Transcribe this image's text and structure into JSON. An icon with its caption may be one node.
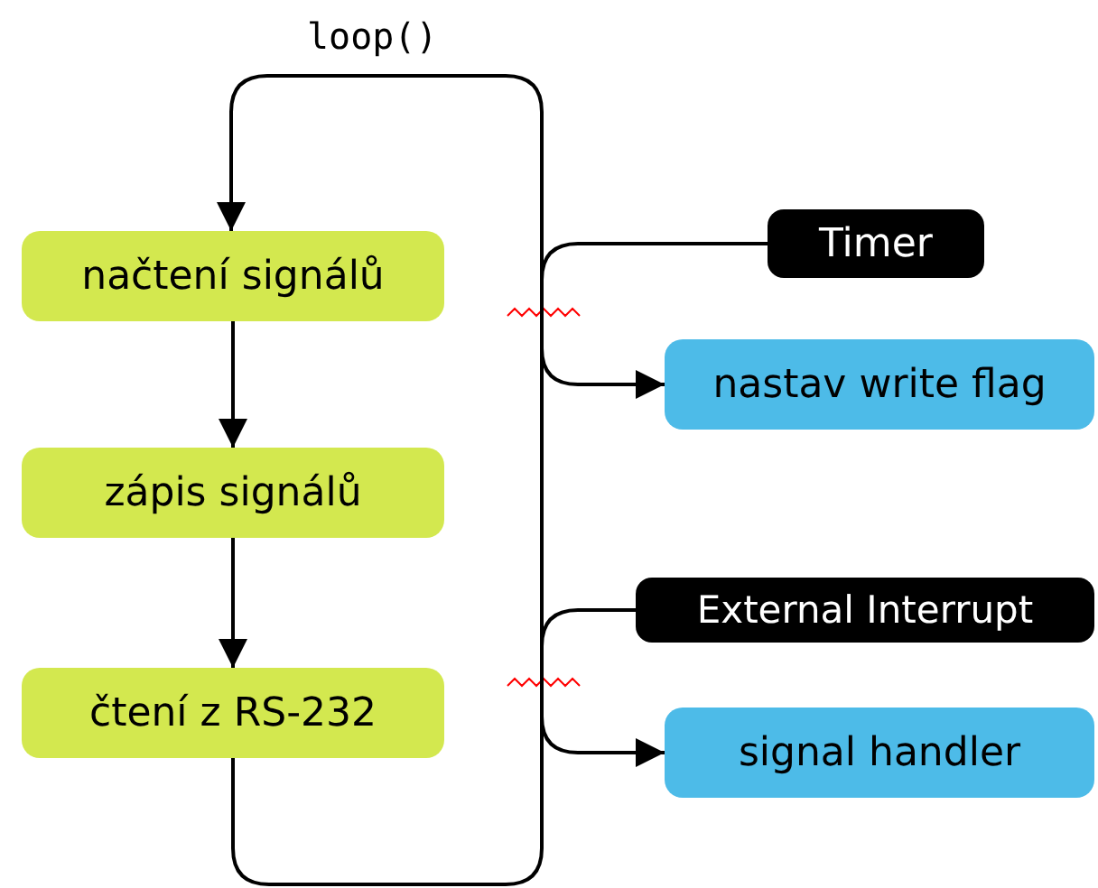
{
  "diagram": {
    "nodes": [
      {
        "text": [
          "načtení signálů"
        ]
      },
      {
        "text": [
          "zápis signálů"
        ]
      },
      {
        "text": [
          "čtení z RS-232"
        ]
      },
      {
        "text": [
          "Timer"
        ]
      },
      {
        "text": [
          "nastav write flag"
        ]
      },
      {
        "text": [
          "External Interrupt"
        ]
      },
      {
        "text": [
          "signal handler"
        ]
      }
    ],
    "edges": [
      {
        "from": 0,
        "to": 1,
        "arrow": "to"
      },
      {
        "from": 1,
        "to": 2,
        "arrow": "to"
      },
      {
        "from": 2,
        "to": 0,
        "arrow": "to",
        "label": "loop()"
      },
      {
        "from": 3,
        "to": 4,
        "arrow": "to"
      },
      {
        "from": 5,
        "to": 6,
        "arrow": "to"
      }
    ]
  }
}
